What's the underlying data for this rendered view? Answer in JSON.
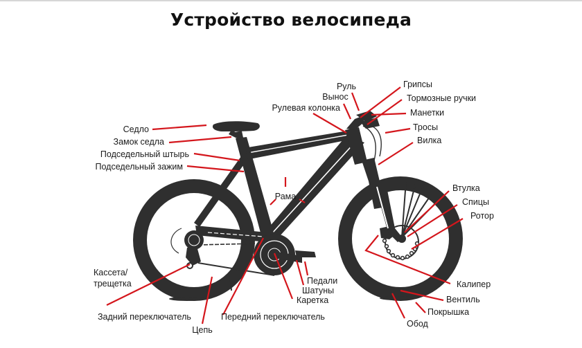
{
  "title": "Устройство велосипеда",
  "colors": {
    "leader_line": "#d4161c",
    "bike": "#2f2f2f",
    "text": "#1a1a1a",
    "background": "#ffffff"
  },
  "labels": {
    "saddle": "Седло",
    "seat_clamp_lock": "Замок седла",
    "seatpost": "Подседельный штырь",
    "seatpost_clamp": "Подседельный зажим",
    "frame": "Рама",
    "cassette_line1": "Кассета/",
    "cassette_line2": "трещетка",
    "rear_derailleur": "Задний переключатель",
    "chain": "Цепь",
    "front_derailleur": "Передний переключатель",
    "bottom_bracket": "Каретка",
    "cranks": "Шатуны",
    "pedals": "Педали",
    "handlebar": "Руль",
    "stem": "Вынос",
    "headset": "Рулевая колонка",
    "grips": "Грипсы",
    "brake_levers": "Тормозные ручки",
    "shifters": "Манетки",
    "cables": "Тросы",
    "fork": "Вилка",
    "hub": "Втулка",
    "spokes": "Спицы",
    "rotor": "Ротор",
    "caliper": "Калипер",
    "valve": "Вентиль",
    "tire": "Покрышка",
    "rim": "Обод"
  }
}
